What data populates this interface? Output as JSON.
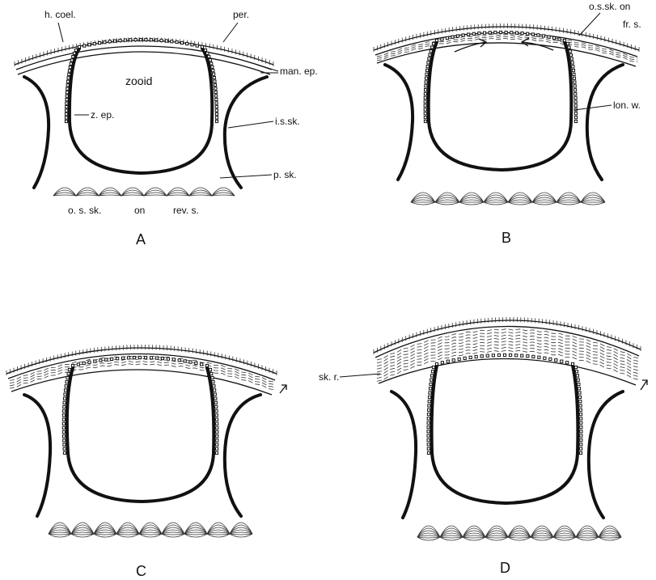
{
  "panels": [
    {
      "letter": "A",
      "labels": {
        "h_coel": "h. coel.",
        "per": "per.",
        "man_ep": "man. ep.",
        "zooid": "zooid",
        "z_ep": "z. ep.",
        "is_sk": "i.s.sk.",
        "p_sk": "p. sk.",
        "os_sk": "o. s. sk.",
        "on": "on",
        "rev_s": "rev. s."
      }
    },
    {
      "letter": "B",
      "labels": {
        "os_sk_on": "o.s.sk. on",
        "fr_s": "fr. s.",
        "lon_w": "lon. w."
      }
    },
    {
      "letter": "C",
      "labels": {}
    },
    {
      "letter": "D",
      "labels": {
        "sk_r": "sk. r."
      }
    }
  ]
}
